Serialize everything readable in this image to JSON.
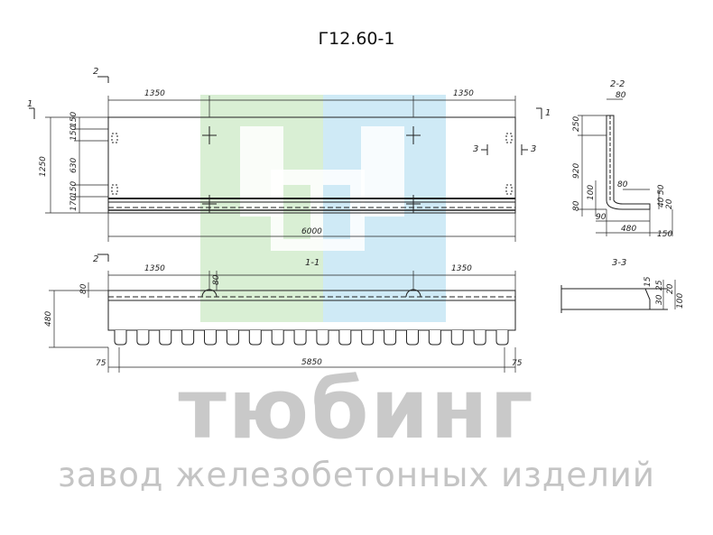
{
  "title": "Г12.60-1",
  "watermark": {
    "brand": "тюбинг",
    "subtitle": "завод железобетонных изделий",
    "colors": {
      "green": "#d9efd4",
      "blue": "#cfeaf6",
      "gray_text": "#c6c6c6"
    }
  },
  "front_view": {
    "dims": {
      "left_offset": "1350",
      "right_offset": "1350",
      "length": "6000",
      "height": "1250",
      "d150a": "150",
      "d150b": "150",
      "d630": "630",
      "d150c": "150",
      "d170": "170"
    },
    "section_marks": {
      "m1_left": "1",
      "m1_right": "1",
      "m2": "2",
      "m3a": "3",
      "m3b": "3"
    }
  },
  "section_1_1": {
    "label": "1-1",
    "dims": {
      "left_offset": "1350",
      "right_offset": "1350",
      "d80a": "80",
      "d80b": "80",
      "height": "480",
      "left_end": "75",
      "right_end": "75",
      "inner_length": "5850"
    },
    "mark": "2"
  },
  "section_2_2": {
    "label": "2-2",
    "dims": {
      "top": "80",
      "d250": "250",
      "d920": "920",
      "d80c": "80",
      "d100": "100",
      "d50": "50",
      "d90": "90",
      "d20": "20",
      "d80d": "80",
      "d40": "40",
      "d480": "480",
      "d150": "150"
    }
  },
  "section_3_3": {
    "label": "3-3",
    "dims": {
      "d15": "15",
      "d25": "25",
      "d30": "30",
      "d20b": "20",
      "d100b": "100"
    }
  }
}
